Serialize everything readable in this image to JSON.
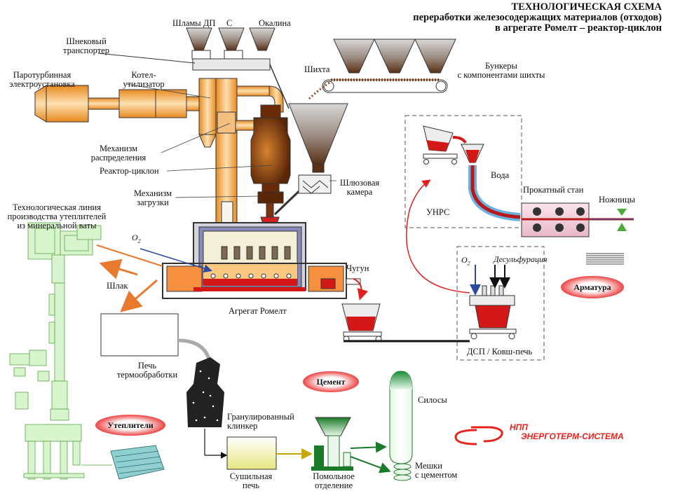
{
  "title": {
    "line1": "ТЕХНОЛОГИЧЕСКАЯ СХЕМА",
    "line2": "переработки железосодержащих материалов (отходов)",
    "line3": "в агрегате Ромелт – реактор-циклон"
  },
  "labels": {
    "shlamy": "Шламы ДП",
    "c": "С",
    "okalina": "Окалина",
    "shnekovyi_1": "Шнековый",
    "shnekovyi_2": "транспортер",
    "paroturb_1": "Паротурбинная",
    "paroturb_2": "электроустановка",
    "kotel_1": "Котел-",
    "kotel_2": "утилизатор",
    "shikhta": "Шихта",
    "bunkery_1": "Бункеры",
    "bunkery_2": "с компонентами шихты",
    "mekh_raspr_1": "Механизм",
    "mekh_raspr_2": "распределения",
    "reaktor": "Реактор-циклон",
    "shlyuz_1": "Шлюзовая",
    "shlyuz_2": "камера",
    "mekh_zagr_1": "Механизм",
    "mekh_zagr_2": "загрузки",
    "tekh_liniya_1": "Технологическая линия",
    "tekh_liniya_2": "производства утеплителей",
    "tekh_liniya_3": "из минеральной ваты",
    "o2_left": "O",
    "o2_sub": "2",
    "shlak": "Шлак",
    "agregat": "Агрегат Ромелт",
    "chugun": "Чугун",
    "voda": "Вода",
    "prokatnyi": "Прокатный стан",
    "nozhnitsy": "Ножницы",
    "unrs": "УНРС",
    "o2_right": "O",
    "desulf": "Десульфурация",
    "dsp": "ДСП / Ковш-печь",
    "pech_1": "Печь",
    "pech_2": "термообработки",
    "granul_1": "Гранулированный",
    "granul_2": "клинкер",
    "silosy": "Силосы",
    "sushilnaya_1": "Сушильная",
    "sushilnaya_2": "печь",
    "pomolnoe_1": "Помольное",
    "pomolnoe_2": "отделение",
    "meshki_1": "Мешки",
    "meshki_2": "с цементом"
  },
  "badges": {
    "armatura": "Арматура",
    "cement": "Цемент",
    "utepliteli": "Утеплители"
  },
  "logo": {
    "line1": "НПП",
    "line2": "ЭНЕРГОТЕРМ-СИСТЕМА"
  },
  "colors": {
    "orange": "#f0a040",
    "brown": "#7a3b12",
    "red": "#d42020",
    "green_light": "#c8f0b8",
    "badge_fill": "#e81818",
    "blue_line": "#2a4aa0"
  }
}
